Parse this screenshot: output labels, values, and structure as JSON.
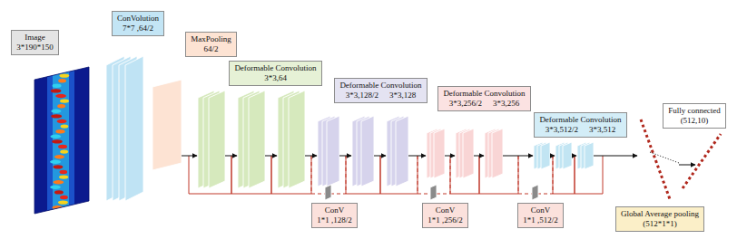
{
  "diagram": {
    "nodes": [
      {
        "text": [
          "Image",
          "3*190*150"
        ]
      },
      {
        "text": [
          "ConVolution",
          "7*7 ,64/2"
        ]
      },
      {
        "text": [
          "MaxPooling",
          "64/2"
        ]
      },
      {
        "text": [
          "Deformable Convolution",
          "3*3,64"
        ]
      },
      {
        "text": [
          "Deformable Convolution",
          "3*3,128/2",
          "3*3,128"
        ]
      },
      {
        "text": [
          "Deformable Convolution",
          "3*3,256/2",
          "3*3,256"
        ]
      },
      {
        "text": [
          "Deformable Convolution",
          "3*3,512/2",
          "3*3,512"
        ]
      },
      {
        "text": [
          "Fully connected",
          "(512,10)"
        ]
      },
      {
        "text": [
          "ConV",
          "1*1 ,128/2"
        ]
      },
      {
        "text": [
          "ConV",
          "1*1 ,256/2"
        ]
      },
      {
        "text": [
          "ConV",
          "1*1 ,512/2"
        ]
      },
      {
        "text": [
          "Global Average pooling",
          "(512*1*1)"
        ]
      }
    ]
  }
}
